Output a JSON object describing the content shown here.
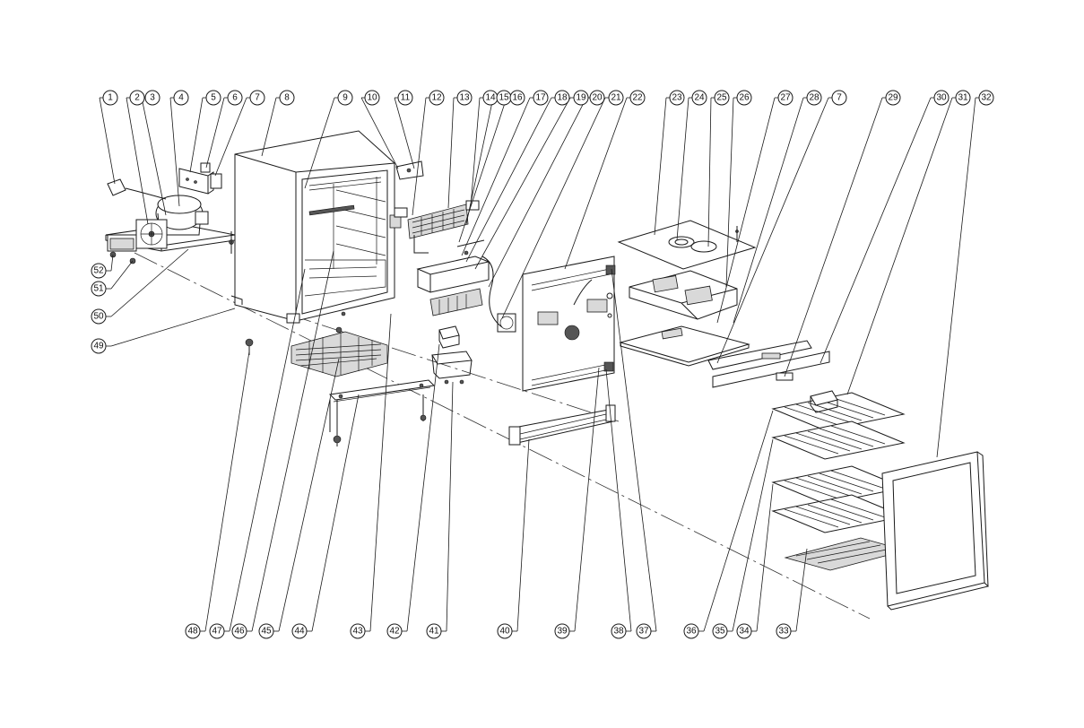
{
  "diagram": {
    "kind": "exploded parts diagram",
    "callouts_top": [
      "1",
      "2",
      "3",
      "4",
      "5",
      "6",
      "7",
      "8",
      "9",
      "10",
      "11",
      "12",
      "13",
      "14",
      "15",
      "16",
      "17",
      "18",
      "19",
      "20",
      "21",
      "22",
      "23",
      "24",
      "25",
      "26",
      "27",
      "28",
      "7",
      "29",
      "30",
      "31",
      "32"
    ],
    "callouts_left": [
      "52",
      "51",
      "50",
      "49"
    ],
    "callouts_bottom": [
      "48",
      "47",
      "46",
      "45",
      "44",
      "43",
      "42",
      "41",
      "40",
      "39",
      "38",
      "37",
      "36",
      "35",
      "34",
      "33"
    ]
  },
  "colors": {
    "line": "#1a1a1a",
    "background": "#ffffff",
    "part_fill": "#d9d9d9"
  }
}
